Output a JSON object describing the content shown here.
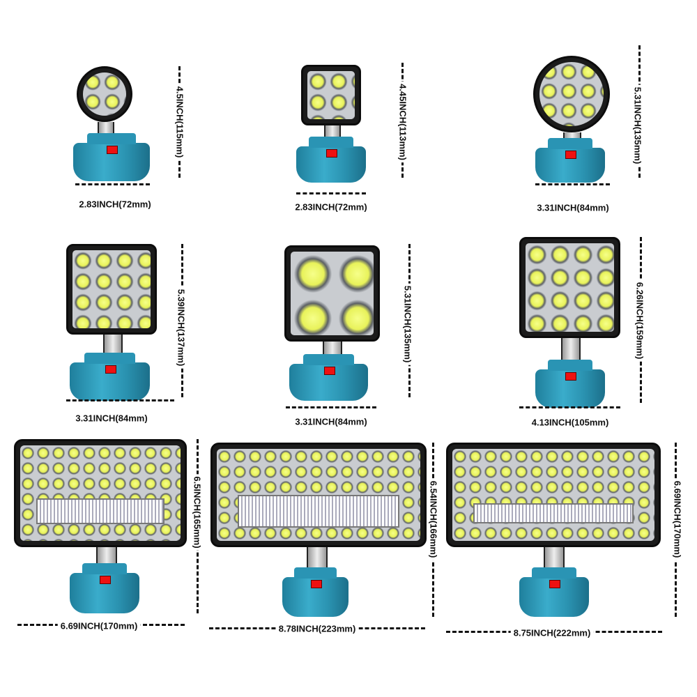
{
  "products": [
    {
      "height": "4.5INCH(115mm)",
      "width": "2.83INCH(72mm)",
      "head_shape": "round"
    },
    {
      "height": "4.45INCH(113mm)",
      "width": "2.83INCH(72mm)",
      "head_shape": "square"
    },
    {
      "height": "5.31INCH(135mm)",
      "width": "3.31INCH(84mm)",
      "head_shape": "round"
    },
    {
      "height": "5.39INCH(137mm)",
      "width": "3.31INCH(84mm)",
      "head_shape": "square"
    },
    {
      "height": "5.31INCH(135mm)",
      "width": "3.31INCH(84mm)",
      "head_shape": "square"
    },
    {
      "height": "6.26INCH(159mm)",
      "width": "4.13INCH(105mm)",
      "head_shape": "square"
    },
    {
      "height": "6.5INCH(165mm)",
      "width": "6.69INCH(170mm)",
      "head_shape": "rectangle"
    },
    {
      "height": "6.54INCH(166mm)",
      "width": "8.78INCH(223mm)",
      "head_shape": "rectangle"
    },
    {
      "height": "6.69INCH(170mm)",
      "width": "8.75INCH(222mm)",
      "head_shape": "rectangle"
    }
  ],
  "colors": {
    "base": "#2a94b4",
    "switch": "#e11111",
    "led": "#e8f25a",
    "housing": "#1b1b1b"
  }
}
